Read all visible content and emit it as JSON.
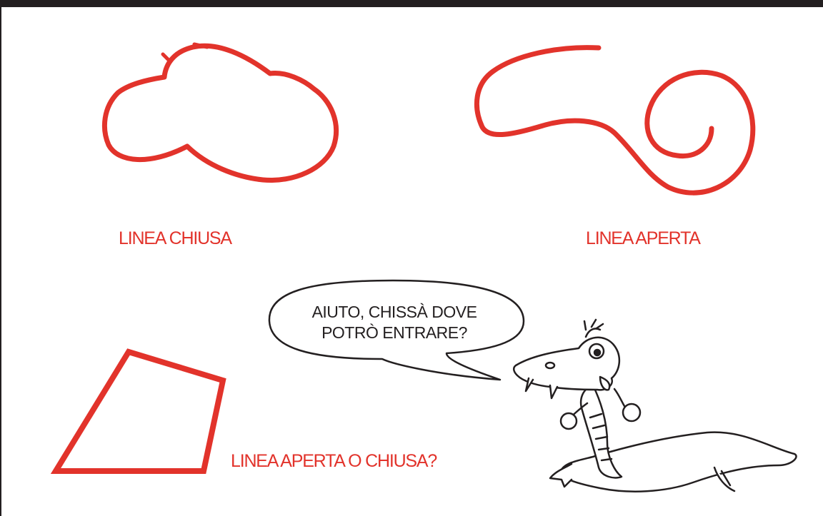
{
  "captions": {
    "closed": "LINEA CHIUSA",
    "open": "LINEA APERTA",
    "question": "LINEA APERTA O CHIUSA?"
  },
  "speech_bubble": {
    "line1": "AIUTO, CHISSÀ DOVE",
    "line2": "POTRÒ ENTRARE?"
  },
  "colors": {
    "line_red": "#e2332b",
    "ink": "#231f20"
  }
}
